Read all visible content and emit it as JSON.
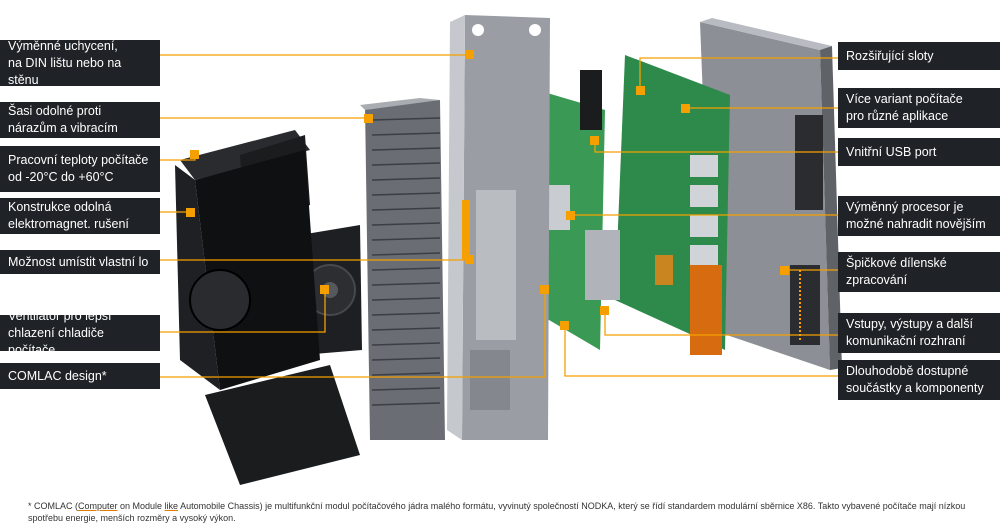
{
  "labels_left": [
    "Výměnné uchycení,\nna DIN lištu nebo na stěnu",
    "Šasi odolné proti\nnárazům a vibracím",
    "Pracovní teploty počítače\nod -20°C do +60°C",
    "Konstrukce odolná\nelektromagnet. rušení",
    "Možnost umístit vlastní lo",
    "Ventilátor pro lepší\nchlazení chladiče počítače",
    "COMLAC design*"
  ],
  "labels_right": [
    "Rozšiřující sloty",
    "Více variant počítače\npro různé aplikace",
    "Vnitřní USB port",
    "Výměnný procesor je\nmožné nahradit novějším",
    "Špičkové dílenské\nzpracování",
    "Vstupy, výstupy a další\nkomunikační rozhraní",
    "Dlouhodobě dostupné\nsoučástky a komponenty"
  ],
  "footnote": {
    "lead": "* COMLAC (",
    "w1": "Computer",
    "mid1": " on Module ",
    "w2": "like",
    "rest": " Automobile Chassis) je multifunkční modul počítačového jádra malého formátu, vyvinutý společností NODKA, který se řídí standardem modulární sběrnice X86. Takto vybavené počítače mají nízkou spotřebu energie, menších rozměry a vysoký výkon."
  },
  "colors": {
    "accent": "#f5a000",
    "label_bg": "#1f2226",
    "pcb": "#2e8a4a"
  },
  "icons": [
    "fan-icon",
    "heatsink-icon",
    "pcb-icon",
    "chassis-icon"
  ]
}
